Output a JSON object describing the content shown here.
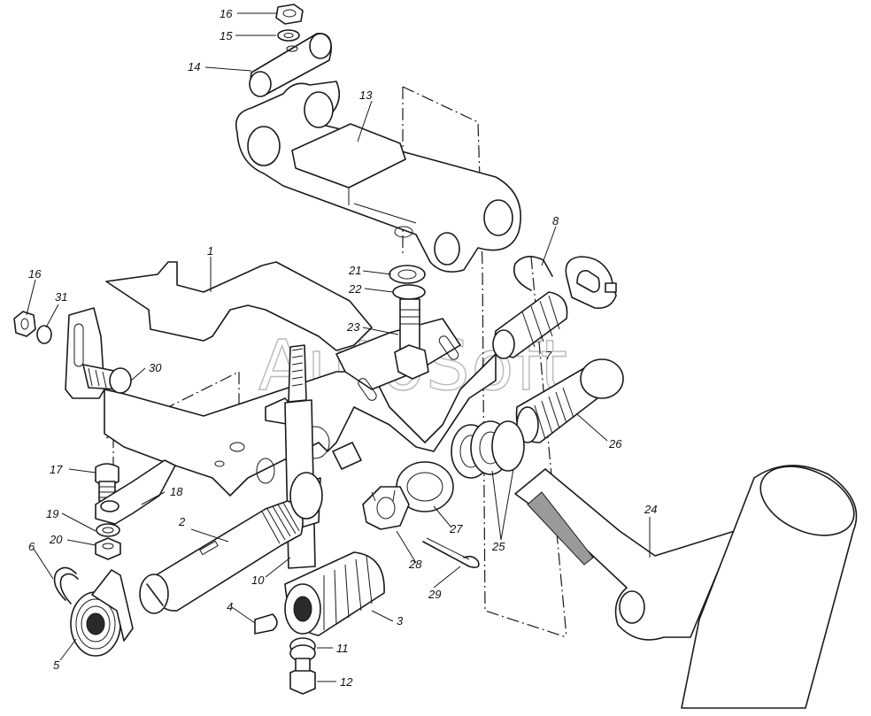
{
  "watermark": "AutoSoft",
  "callouts": {
    "c1": "1",
    "c2": "2",
    "c3": "3",
    "c4": "4",
    "c5": "5",
    "c6": "6",
    "c7": "7",
    "c8": "8",
    "c10": "10",
    "c11": "11",
    "c12": "12",
    "c13": "13",
    "c14": "14",
    "c15": "15",
    "c16a": "16",
    "c16b": "16",
    "c17": "17",
    "c18": "18",
    "c19": "19",
    "c20": "20",
    "c21": "21",
    "c22": "22",
    "c23": "23",
    "c24": "24",
    "c25": "25",
    "c26": "26",
    "c27": "27",
    "c28": "28",
    "c29": "29",
    "c30": "30",
    "c31": "31"
  }
}
